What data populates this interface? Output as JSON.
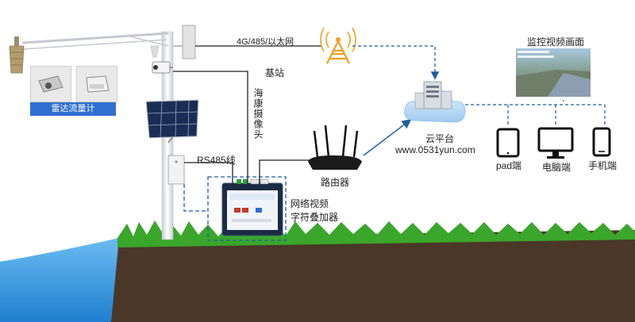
{
  "labels": {
    "network": "4G/485/以太网",
    "base_station": "基站",
    "camera": "海康摄像头",
    "rs485": "RS485线",
    "router": "路由器",
    "cloud_title": "云平台",
    "cloud_url": "www.0531yun.com",
    "monitor_title": "监控视频画面",
    "pad": "pad端",
    "pc": "电脑端",
    "phone": "手机端",
    "overlay_line1": "网络视频",
    "overlay_line2": "字符叠加器",
    "radar": "雷达流量计"
  },
  "colors": {
    "sky_bg": "#ffffff",
    "water": "#3d9fe0",
    "soil": "#4a3727",
    "grass": "#3aa62b",
    "accent_blue": "#2f6fd0",
    "dash": "#1f5fa0",
    "pole": "#e9ecef",
    "box": "#1c2b44"
  },
  "icons": [
    "antenna-tower-icon",
    "cloud-server-icon",
    "router-icon",
    "tablet-icon",
    "monitor-icon",
    "phone-icon",
    "solar-panel-icon",
    "camera-icon",
    "radar-sensor-icon",
    "overlay-device-icon"
  ]
}
